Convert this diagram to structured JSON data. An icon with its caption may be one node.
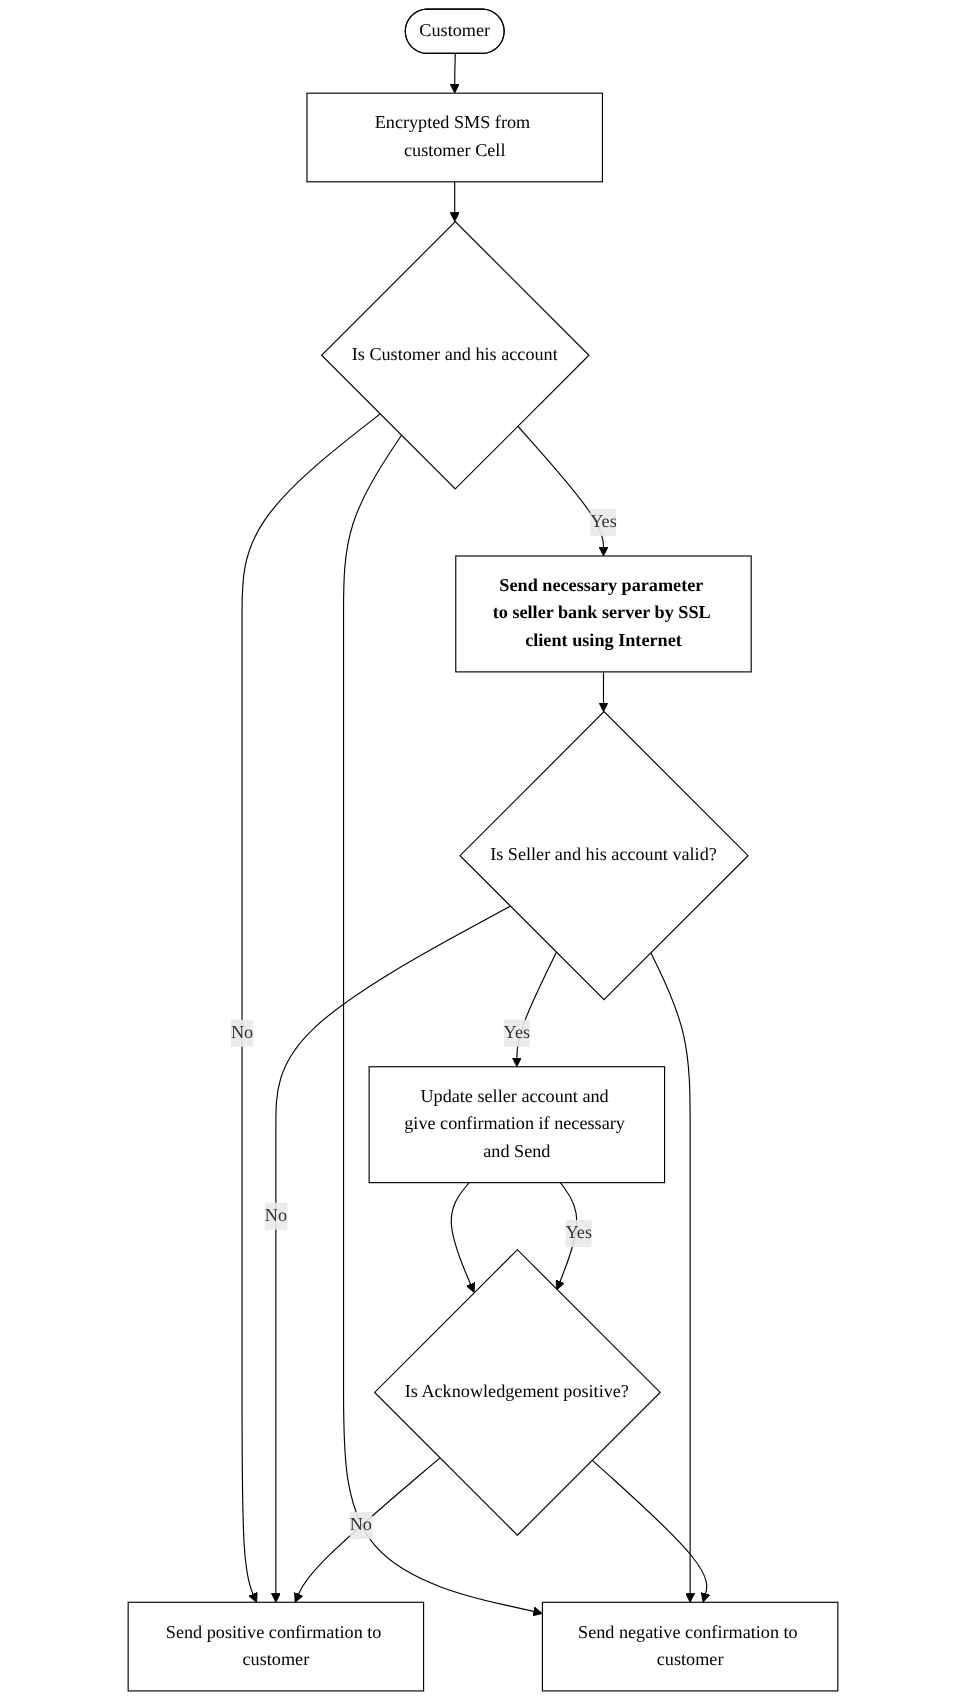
{
  "diagram": {
    "nodes": [
      {
        "text": [
          "Customer"
        ]
      },
      {
        "text": [
          "Encrypted SMS from customer Cell"
        ]
      },
      {
        "text": [
          "Is Customer and his account"
        ]
      },
      {
        "text": [
          "Send necessary parameter to seller bank server by SSL client using Internet"
        ]
      },
      {
        "text": [
          "Is Seller and his account valid?"
        ]
      },
      {
        "text": [
          "Update seller account and give confirmation if necessary and Send"
        ]
      },
      {
        "text": [
          "Is Acknowledgement positive?"
        ]
      },
      {
        "text": [
          "Send positive confirmation to customer"
        ]
      },
      {
        "text": [
          "Send negative confirmation to customer"
        ]
      }
    ],
    "edges": [
      {
        "from": 0,
        "to": 1,
        "arrow": "to"
      },
      {
        "from": 1,
        "to": 2,
        "arrow": "to"
      },
      {
        "from": 2,
        "to": 3,
        "label": "Yes",
        "arrow": "to"
      },
      {
        "from": 3,
        "to": 4,
        "arrow": "to"
      },
      {
        "from": 4,
        "to": 5,
        "label": "Yes",
        "arrow": "to"
      },
      {
        "from": 5,
        "to": 6,
        "arrow": "to"
      },
      {
        "from": 5,
        "to": 6,
        "label": "Yes",
        "arrow": "to"
      },
      {
        "from": 2,
        "to": 7,
        "label": "No",
        "arrow": "to"
      },
      {
        "from": 2,
        "to": 8,
        "arrow": "to"
      },
      {
        "from": 4,
        "to": 7,
        "label": "No",
        "arrow": "to"
      },
      {
        "from": 4,
        "to": 8,
        "arrow": "to"
      },
      {
        "from": 6,
        "to": 7,
        "label": "No",
        "arrow": "to"
      },
      {
        "from": 6,
        "to": 8,
        "arrow": "to"
      }
    ]
  }
}
